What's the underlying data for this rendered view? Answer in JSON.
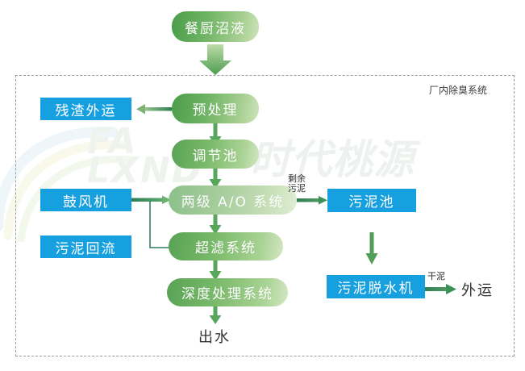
{
  "diagram": {
    "title_node": {
      "label": "餐厨沼液"
    },
    "enclosure": {
      "label": "厂内除臭系统"
    },
    "watermark": {
      "latin_top": "FA",
      "latin_bottom": "LXND",
      "chinese": "时代桃源"
    },
    "nodes": [
      {
        "id": "source",
        "label": "餐厨沼液",
        "kind": "pill",
        "tone": "dark"
      },
      {
        "id": "pretreat",
        "label": "预处理",
        "kind": "pill",
        "tone": "dark"
      },
      {
        "id": "equalize",
        "label": "调节池",
        "kind": "pill",
        "tone": "mid"
      },
      {
        "id": "ao",
        "label": "两级 A/O 系统",
        "kind": "pill",
        "tone": "soft"
      },
      {
        "id": "uf",
        "label": "超滤系统",
        "kind": "pill",
        "tone": "mid"
      },
      {
        "id": "advanced",
        "label": "深度处理系统",
        "kind": "pill",
        "tone": "mid"
      },
      {
        "id": "residue",
        "label": "残渣外运",
        "kind": "blue"
      },
      {
        "id": "blower",
        "label": "鼓风机",
        "kind": "blue"
      },
      {
        "id": "sludgeret",
        "label": "污泥回流",
        "kind": "blue"
      },
      {
        "id": "sludgepool",
        "label": "污泥池",
        "kind": "blue"
      },
      {
        "id": "dewater",
        "label": "污泥脱水机",
        "kind": "blue"
      },
      {
        "id": "effluent",
        "label": "出水",
        "kind": "text"
      },
      {
        "id": "haulout",
        "label": "外运",
        "kind": "text"
      }
    ],
    "edge_labels": [
      {
        "id": "excess-sludge",
        "label": "剩余\n污泥"
      },
      {
        "id": "dry-sludge",
        "label": "干泥"
      }
    ],
    "colors": {
      "blue": "#16a0e0",
      "green_dark": "#4a9c4a",
      "green_light": "#cfe4bb",
      "arrow_green": "#3f8a6e",
      "dashed_border": "#9a9a9a",
      "text_dark": "#333333"
    }
  }
}
